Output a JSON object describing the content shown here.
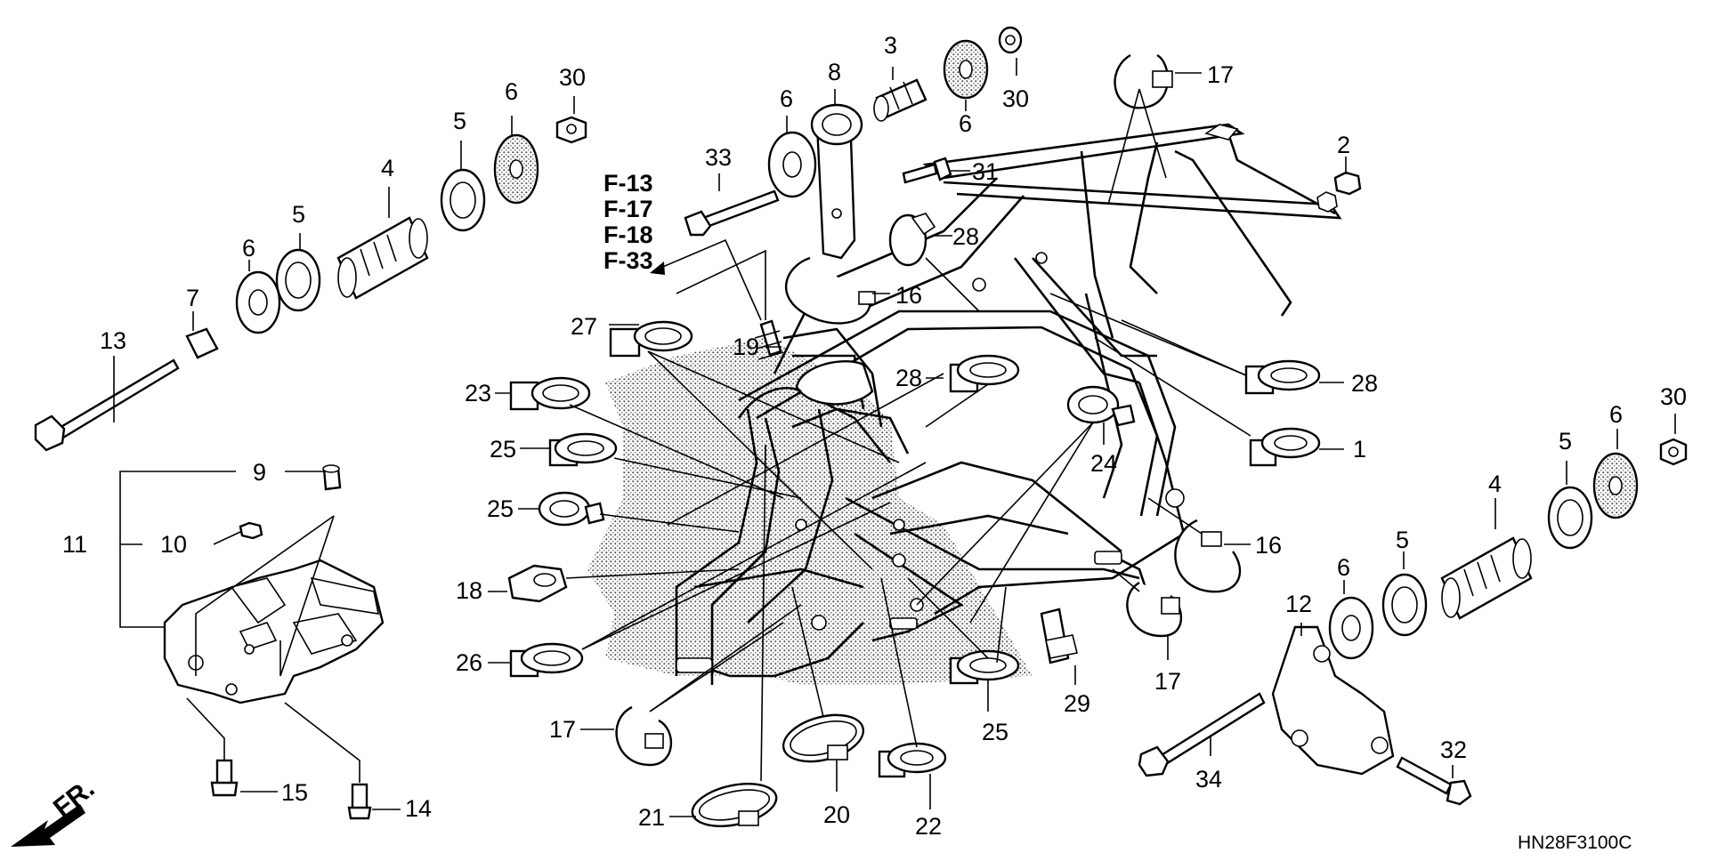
{
  "diagram_code": "HN28F3100C",
  "direction_label": "FR.",
  "reference_sections": [
    "F-13",
    "F-17",
    "F-18",
    "F-33"
  ],
  "callouts": {
    "c1": "1",
    "c2": "2",
    "c3": "3",
    "c4a": "4",
    "c4b": "4",
    "c5a": "5",
    "c5b": "5",
    "c5c": "5",
    "c5d": "5",
    "c6a": "6",
    "c6b": "6",
    "c6c": "6",
    "c6d": "6",
    "c6e": "6",
    "c6f": "6",
    "c7": "7",
    "c8": "8",
    "c9": "9",
    "c10": "10",
    "c11": "11",
    "c12": "12",
    "c13": "13",
    "c14": "14",
    "c15": "15",
    "c16a": "16",
    "c16b": "16",
    "c17a": "17",
    "c17b": "17",
    "c17c": "17",
    "c18": "18",
    "c19": "19",
    "c20": "20",
    "c21": "21",
    "c22": "22",
    "c23": "23",
    "c24": "24",
    "c25a": "25",
    "c25b": "25",
    "c25c": "25",
    "c26": "26",
    "c27": "27",
    "c28a": "28",
    "c28b": "28",
    "c28c": "28",
    "c29": "29",
    "c30a": "30",
    "c30b": "30",
    "c30c": "30",
    "c31": "31",
    "c32": "32",
    "c33": "33",
    "c34": "34"
  }
}
